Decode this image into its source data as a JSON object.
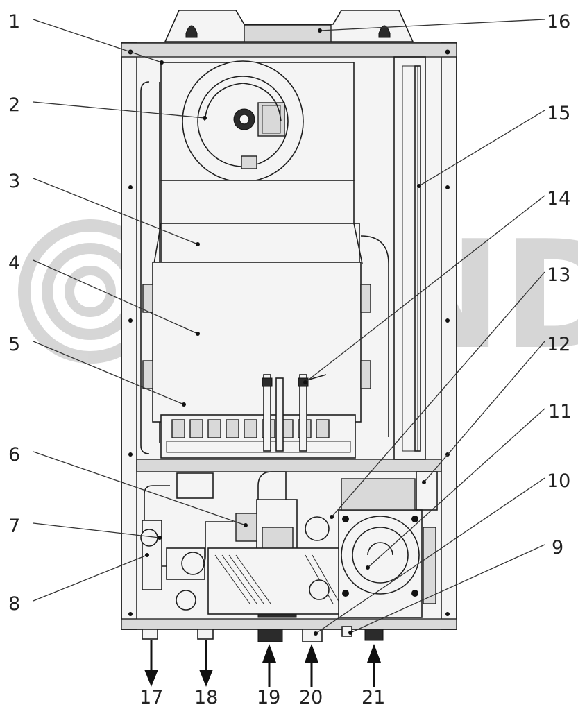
{
  "watermark": {
    "text": "LUNDA",
    "color": "#cfcfcf"
  },
  "callouts": [
    {
      "id": "1",
      "text": "1"
    },
    {
      "id": "2",
      "text": "2"
    },
    {
      "id": "3",
      "text": "3"
    },
    {
      "id": "4",
      "text": "4"
    },
    {
      "id": "5",
      "text": "5"
    },
    {
      "id": "6",
      "text": "6"
    },
    {
      "id": "7",
      "text": "7"
    },
    {
      "id": "8",
      "text": "8"
    },
    {
      "id": "9",
      "text": "9"
    },
    {
      "id": "10",
      "text": "10"
    },
    {
      "id": "11",
      "text": "11"
    },
    {
      "id": "12",
      "text": "12"
    },
    {
      "id": "13",
      "text": "13"
    },
    {
      "id": "14",
      "text": "14"
    },
    {
      "id": "15",
      "text": "15"
    },
    {
      "id": "16",
      "text": "16"
    }
  ],
  "connections": [
    {
      "id": "17",
      "text": "17",
      "flow": "out"
    },
    {
      "id": "18",
      "text": "18",
      "flow": "out"
    },
    {
      "id": "19",
      "text": "19",
      "flow": "in"
    },
    {
      "id": "20",
      "text": "20",
      "flow": "in"
    },
    {
      "id": "21",
      "text": "21",
      "flow": "in"
    }
  ],
  "colors": {
    "line": "#1e1e1e",
    "label": "#222222",
    "background": "#ffffff"
  }
}
